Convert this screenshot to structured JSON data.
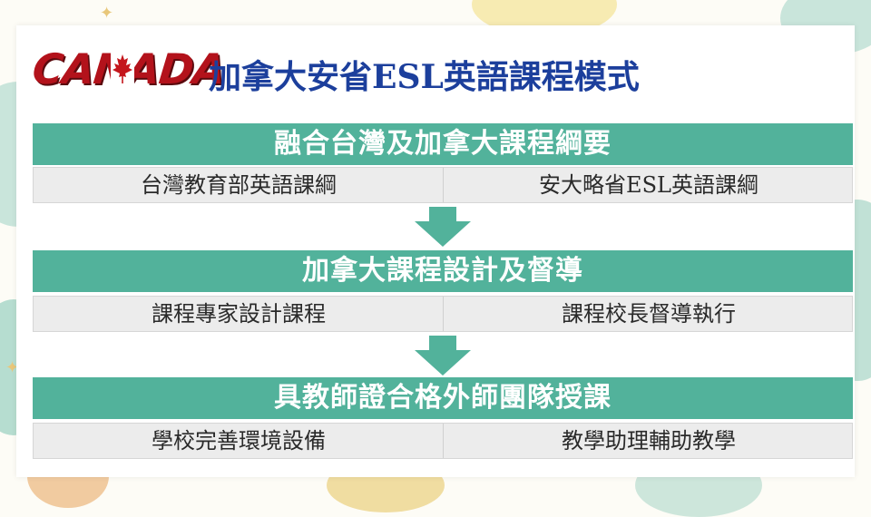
{
  "logo": {
    "text": "CANADA"
  },
  "title": "加拿大安省ESL英語課程模式",
  "sections": [
    {
      "heading": "融合台灣及加拿大課程綱要",
      "left": "台灣教育部英語課綱",
      "right": "安大略省ESL英語課綱"
    },
    {
      "heading": "加拿大課程設計及督導",
      "left": "課程專家設計課程",
      "right": "課程校長督導執行"
    },
    {
      "heading": "具教師證合格外師團隊授課",
      "left": "學校完善環境設備",
      "right": "教學助理輔助教學"
    }
  ],
  "colors": {
    "band": "#52b29b",
    "title": "#1c3f9c",
    "logo_red": "#b3121b",
    "sub_bg": "#ececec"
  },
  "icons": [
    "maple-leaf-icon",
    "down-arrow-icon"
  ]
}
